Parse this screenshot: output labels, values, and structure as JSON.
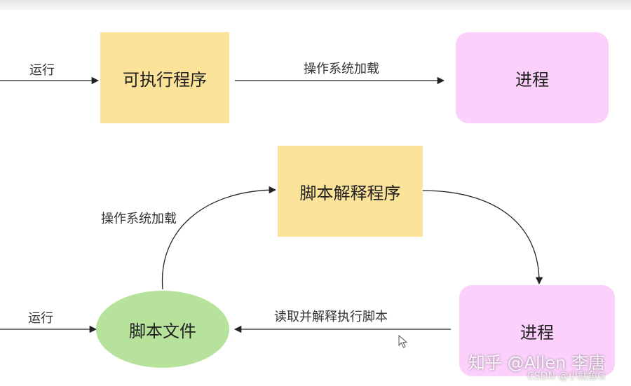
{
  "top": {
    "run_label": "运行",
    "executable_box": "可执行程序",
    "os_load_label": "操作系统加载",
    "process_box": "进程"
  },
  "bottom": {
    "interpreter_box": "脚本解释程序",
    "os_load_label": "操作系统加载",
    "run_label": "运行",
    "script_file_box": "脚本文件",
    "read_parse_label": "读取并解释执行脚本",
    "process_box": "进程"
  },
  "watermark": {
    "zhihu": "知乎 @Allen 李唐",
    "csdn": "CSDN @小鱿鱼G"
  },
  "colors": {
    "program_box": "#fbe39a",
    "process_box": "#fbd0fb",
    "script_file": "#b7e29c"
  }
}
